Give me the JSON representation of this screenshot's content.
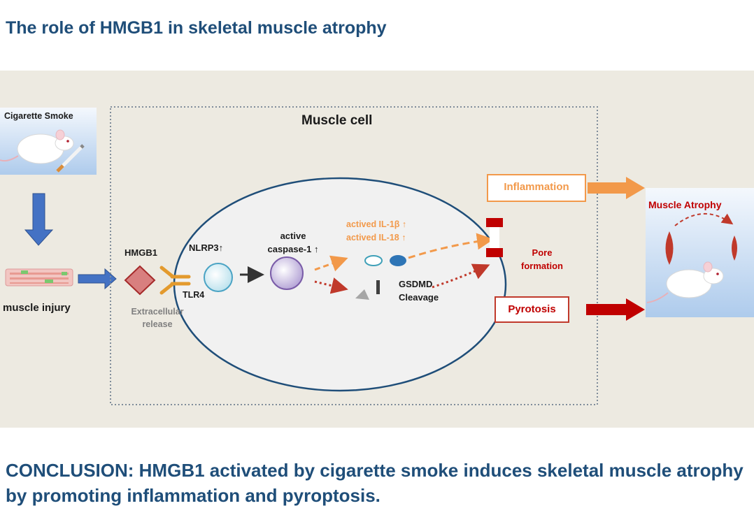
{
  "header": {
    "title": "The role of HMGB1 in skeletal muscle atrophy"
  },
  "diagram": {
    "cigarette_smoke": "Cigarette Smoke",
    "muscle_injury": "muscle injury",
    "muscle_cell": "Muscle cell",
    "hmgb1": "HMGB1",
    "extracellular_release": [
      "Extracellular",
      "release"
    ],
    "tlr4": "TLR4",
    "nlrp3": "NLRP3",
    "active_caspase": [
      "active",
      "caspase-1"
    ],
    "il1b": "actived IL-1β",
    "il18": "actived IL-18",
    "gsdmd": [
      "GSDMD",
      "Cleavage"
    ],
    "pore_formation": [
      "Pore",
      "formation"
    ],
    "inflammation": "Inflammation",
    "pyrotosis": "Pyrotosis",
    "muscle_atrophy": "Muscle Atrophy",
    "up_arrow": "↑"
  },
  "colors": {
    "title_blue": "#1f4e79",
    "panel_bg": "#edeae1",
    "orange": "#f2994a",
    "dark_red": "#c0392b",
    "arrow_blue": "#4472c4"
  },
  "icons": [
    "mouse-icon",
    "cigarette-icon",
    "muscle-fiber-icon",
    "hmgb1-diamond-icon",
    "tlr4-receptor-icon",
    "muscle-icon",
    "pore-icon"
  ],
  "conclusion": "CONCLUSION: HMGB1 activated by cigarette smoke induces skeletal muscle atrophy by promoting inflammation and pyroptosis."
}
